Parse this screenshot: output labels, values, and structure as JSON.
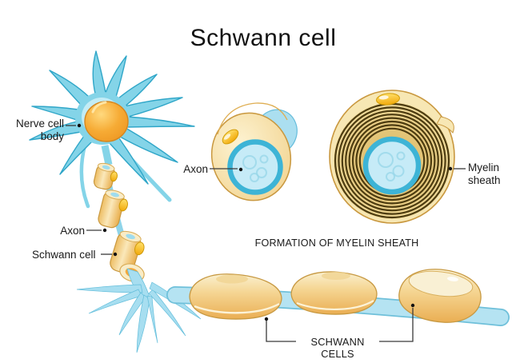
{
  "title": "Schwann cell",
  "labels": {
    "nerve_cell_body": "Nerve cell body",
    "axon_left": "Axon",
    "schwann_cell": "Schwann cell",
    "axon_center": "Axon",
    "myelin_sheath": "Myelin sheath",
    "schwann_cells": "SCHWANN CELLS"
  },
  "captions": {
    "formation": "FORMATION OF MYELIN SHEATH"
  },
  "colors": {
    "cell_blue": "#84d4e8",
    "cell_blue_light": "#c9eef7",
    "cell_outline": "#2fa6c8",
    "nucleus_orange": "#f6ab35",
    "cream": "#f7e7b4",
    "cream_outline": "#c9983f",
    "ring_dark": "#4d3c10",
    "axon_fill": "#c6ebf7",
    "axon_ring": "#3db4d6",
    "gold": "#ffc619",
    "tube_blue": "#b5e3f2",
    "tube_outline": "#6fc0da",
    "label_text": "#1a1a1a",
    "leader_line": "#3a3a3a"
  }
}
